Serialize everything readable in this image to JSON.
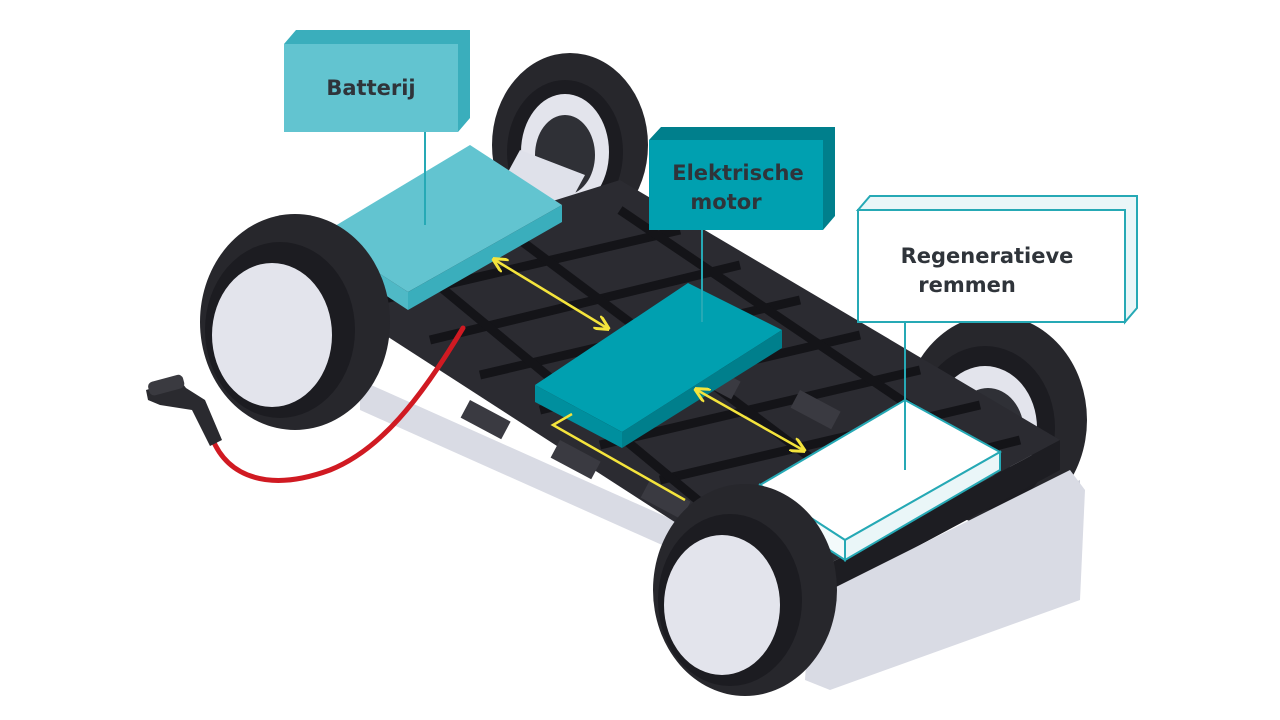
{
  "labels": {
    "battery": "Batterij",
    "motor_line1": "Elektrische",
    "motor_line2": "motor",
    "brakes_line1": "Regeneratieve",
    "brakes_line2": "remmen"
  },
  "colors": {
    "tire": "#27272c",
    "rim": "#e3e4ec",
    "battery": "#62c4d0",
    "motor": "#00a0b0",
    "brake_box_border": "#26a9b5",
    "chassis_dark": "#2b2b31",
    "chassis_light": "#d9dbe4",
    "energy_arrow": "#f4e43c",
    "charging_cable": "#d01a22"
  },
  "icons": {
    "charger": "charging-plug-icon",
    "flow": "double-arrow-icon"
  }
}
